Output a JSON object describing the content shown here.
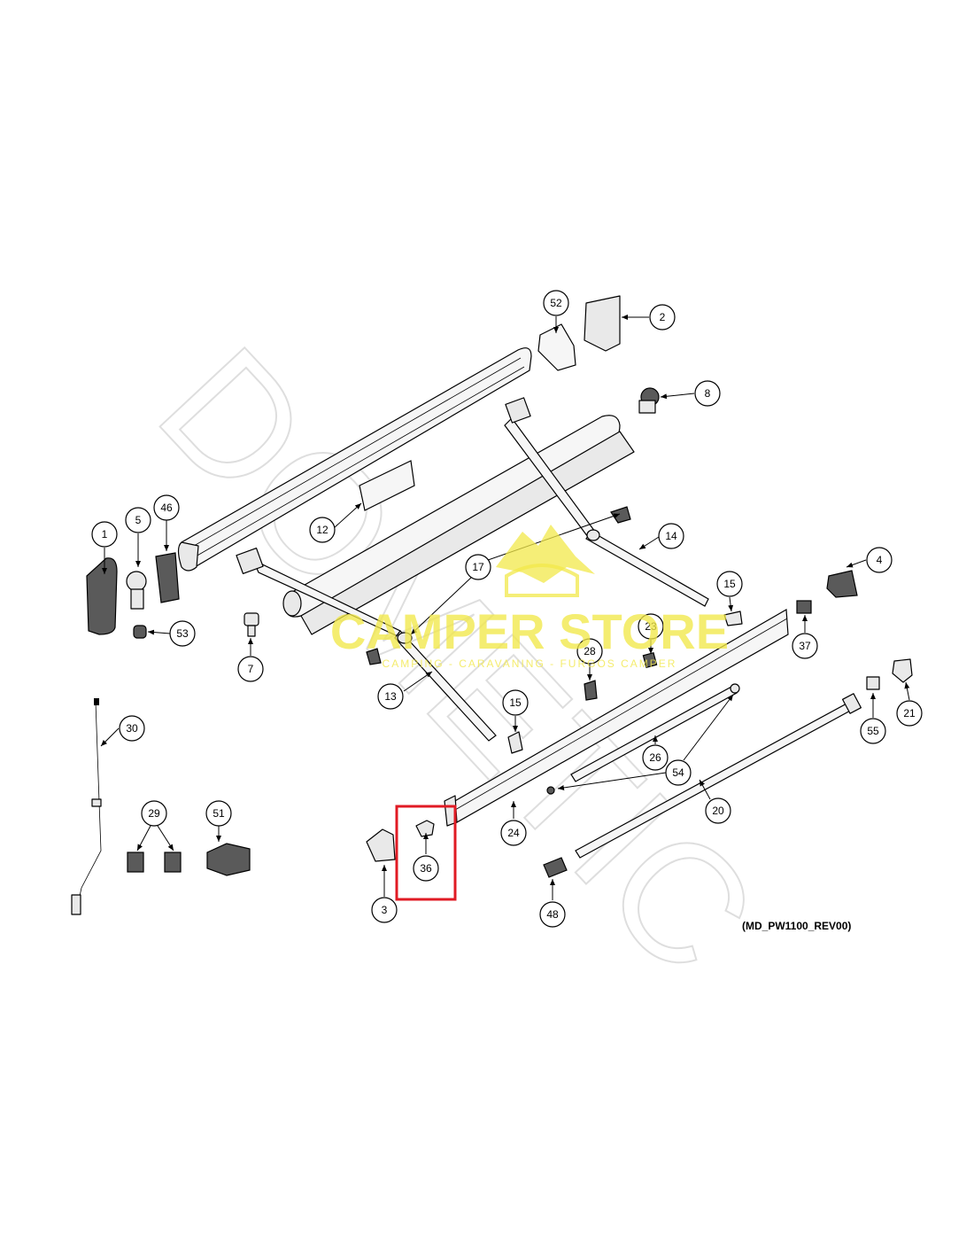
{
  "drawing": {
    "reference_code": "(MD_PW1100_REV00)",
    "highlight_color": "#e01b24",
    "highlighted_callout": "36"
  },
  "watermark": {
    "brand_text": "CAMPER STORE",
    "tagline": "CAMPING - CARAVANING - FURGOS CAMPER",
    "background_text": "DOMETIC",
    "color": "#f2e84a"
  },
  "callouts": [
    {
      "id": "c1",
      "label": "1"
    },
    {
      "id": "c2",
      "label": "2"
    },
    {
      "id": "c3",
      "label": "3"
    },
    {
      "id": "c4",
      "label": "4"
    },
    {
      "id": "c5",
      "label": "5"
    },
    {
      "id": "c7",
      "label": "7"
    },
    {
      "id": "c8",
      "label": "8"
    },
    {
      "id": "c12",
      "label": "12"
    },
    {
      "id": "c13",
      "label": "13"
    },
    {
      "id": "c14",
      "label": "14"
    },
    {
      "id": "c15a",
      "label": "15"
    },
    {
      "id": "c15b",
      "label": "15"
    },
    {
      "id": "c17",
      "label": "17"
    },
    {
      "id": "c20",
      "label": "20"
    },
    {
      "id": "c21",
      "label": "21"
    },
    {
      "id": "c23",
      "label": "23"
    },
    {
      "id": "c24",
      "label": "24"
    },
    {
      "id": "c26",
      "label": "26"
    },
    {
      "id": "c28",
      "label": "28"
    },
    {
      "id": "c29",
      "label": "29"
    },
    {
      "id": "c30",
      "label": "30"
    },
    {
      "id": "c36",
      "label": "36"
    },
    {
      "id": "c37",
      "label": "37"
    },
    {
      "id": "c46",
      "label": "46"
    },
    {
      "id": "c48",
      "label": "48"
    },
    {
      "id": "c51",
      "label": "51"
    },
    {
      "id": "c52",
      "label": "52"
    },
    {
      "id": "c53",
      "label": "53"
    },
    {
      "id": "c54",
      "label": "54"
    },
    {
      "id": "c55",
      "label": "55"
    }
  ]
}
